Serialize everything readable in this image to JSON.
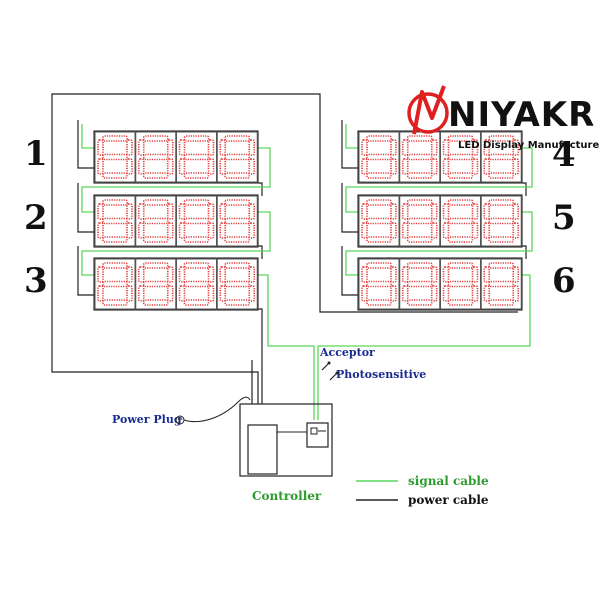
{
  "brand": {
    "name": "NIYAKR",
    "tagline": "LED Display Manufacturer",
    "accent": "#e02020"
  },
  "panels": [
    {
      "number": "1",
      "digits": "8888"
    },
    {
      "number": "2",
      "digits": "8888"
    },
    {
      "number": "3",
      "digits": "8888"
    },
    {
      "number": "4",
      "digits": "8888"
    },
    {
      "number": "5",
      "digits": "8888"
    },
    {
      "number": "6",
      "digits": "8888"
    }
  ],
  "components": {
    "acceptor": "Acceptor",
    "photosensitive": "Photosensitive",
    "power_plug": "Power Plug",
    "controller": "Controller"
  },
  "legend": {
    "signal": "signal cable",
    "power": "power cable",
    "signal_color": "#5cd65c",
    "power_color": "#222222"
  },
  "colors": {
    "led": "#e23a3a",
    "frame": "#444444"
  }
}
